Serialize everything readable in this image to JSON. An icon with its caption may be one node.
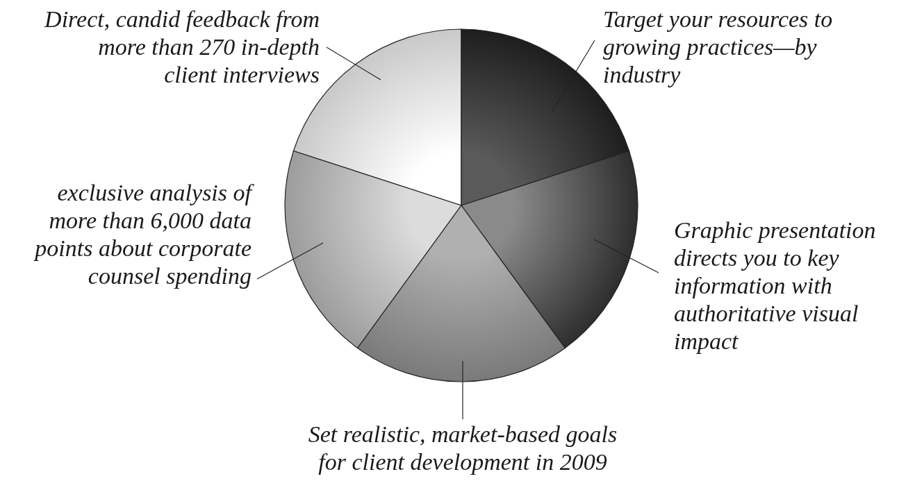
{
  "diagram": {
    "nodes": [
      {
        "text": [
          "Direct, candid feedback from more than 270 in-depth client interviews"
        ]
      },
      {
        "text": [
          "Target your resources to growing practices—by industry"
        ]
      },
      {
        "text": [
          "exclusive analysis of more than 6,000 data points about corporate counsel spending"
        ]
      },
      {
        "text": [
          "Graphic presentation directs you to key information with authoritative visual impact"
        ]
      },
      {
        "text": [
          "Set realistic, market-based goals for client development in 2009"
        ]
      },
      {
        "text": [],
        "shape": "slice"
      },
      {
        "text": [],
        "shape": "slice"
      },
      {
        "text": [],
        "shape": "slice"
      },
      {
        "text": [],
        "shape": "slice"
      },
      {
        "text": [],
        "shape": "slice"
      }
    ],
    "edges": [
      {
        "from": 0,
        "to": 5,
        "arrow": "none"
      },
      {
        "from": 1,
        "to": 6,
        "arrow": "none"
      },
      {
        "from": 2,
        "to": 7,
        "arrow": "none"
      },
      {
        "from": 3,
        "to": 8,
        "arrow": "none"
      },
      {
        "from": 4,
        "to": 9,
        "arrow": "none"
      }
    ]
  }
}
